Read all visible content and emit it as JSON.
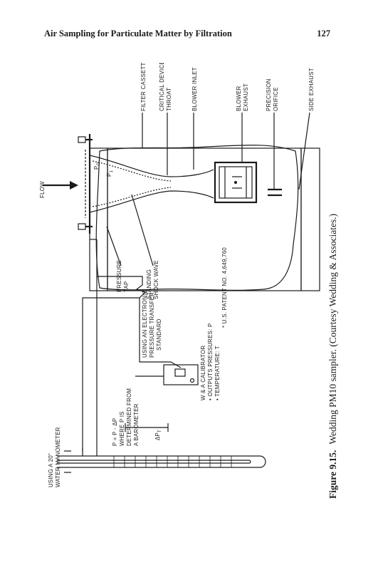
{
  "header": {
    "running_title": "Air Sampling for Particulate Matter by Filtration",
    "page_number": "127"
  },
  "figure": {
    "caption_label": "Figure 9.15.",
    "caption_text": "Wedding PM10 sampler. (Courtesy Wedding & Associates.)",
    "labels": {
      "flow": "FLOW",
      "filter_cassette": "FILTER CASSETTE",
      "critical_device": "CRITICAL DEVICE *",
      "throat": "THROAT",
      "blower_inlet": "BLOWER INLET",
      "blower": "BLOWER",
      "exhaust": "EXHAUST",
      "precision": "PRECISION",
      "orifice": "ORIFICE",
      "side_exhaust": "SIDE EXHAUST",
      "p0": "P",
      "p0_sub": "O",
      "p1": "P",
      "p1_sub": "1",
      "pressure": "PRESSURE",
      "tap": "TAP",
      "standing": "STANDING",
      "shock_wave": "SHOCK WAVE",
      "patent": "* U.S. PATENT NO. 4,649,760",
      "using_electronic": "USING AN ELECTRONIC",
      "pressure_transfer": "PRESSURE TRANSFER",
      "standard": "STANDARD",
      "calibrator": "W & A CALIBRATOR",
      "outputs": "• OUTPUTS PRESSURES: P",
      "temperature": "• TEMPERATURE: T",
      "equation": "P",
      "equation_rest": " = P  - ΔP",
      "where": "WHERE P  IS",
      "determined": "DETERMINED FROM",
      "barometer": "A BAROMETER",
      "delta_pt": "ΔP",
      "delta_pt_sub": "T",
      "using_a": "USING A 20\"",
      "water_manometer": "WATER MANOMETER"
    }
  }
}
